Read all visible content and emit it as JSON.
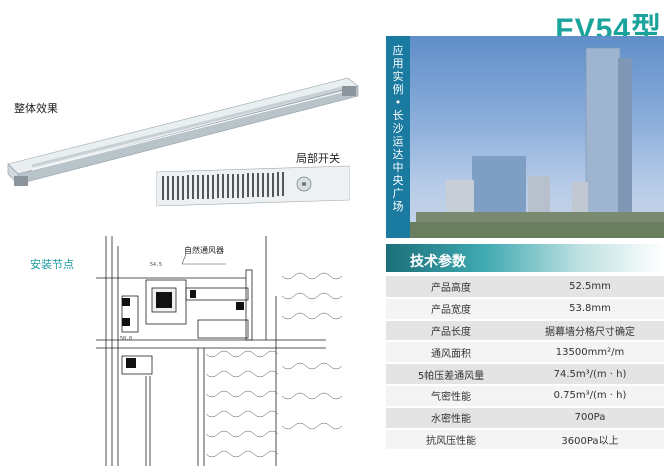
{
  "title": "FV54型",
  "labels": {
    "overall": "整体效果",
    "detail": "局部开关",
    "install": "安装节点",
    "drawing_note": "自然通风器",
    "photo_caption": "应用实例 • 长沙运达中央广场",
    "dim_a": "54.5",
    "dim_b": "58.8"
  },
  "specs_title": "技术参数",
  "specs": [
    {
      "k": "产品高度",
      "v": "52.5mm"
    },
    {
      "k": "产品宽度",
      "v": "53.8mm"
    },
    {
      "k": "产品长度",
      "v": "据幕墙分格尺寸确定"
    },
    {
      "k": "通风面积",
      "v": "13500mm²/m"
    },
    {
      "k": "5帕压差通风量",
      "v": "74.5m³/(m · h)"
    },
    {
      "k": "气密性能",
      "v": "0.75m³/(m · h)"
    },
    {
      "k": "水密性能",
      "v": "700Pa"
    },
    {
      "k": "抗风压性能",
      "v": "3600Pa以上"
    }
  ],
  "colors": {
    "accent": "#1aa39b",
    "header": "#1c6f7a"
  }
}
